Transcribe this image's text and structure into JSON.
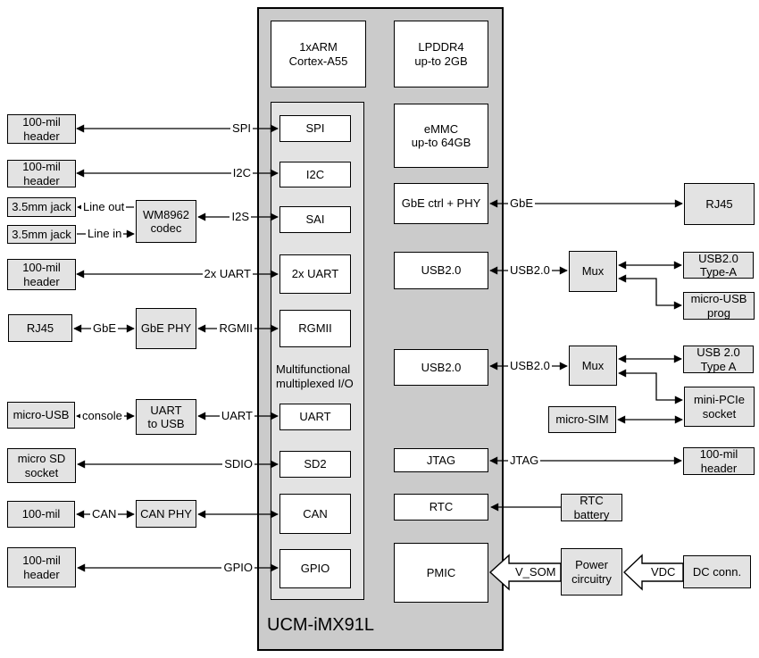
{
  "title": "UCM-iMX91L",
  "colors": {
    "som_fill": "#cbcbcb",
    "io_fill": "#e3e3e3",
    "peripheral_fill": "#e3e3e3",
    "box_fill": "#ffffff",
    "line": "#000000"
  },
  "som": {
    "arm": "1xARM\nCortex-A55",
    "lpddr": "LPDDR4\nup-to 2GB",
    "emmc": "eMMC\nup-to 64GB",
    "gbe_ctrl": "GbE ctrl + PHY",
    "usb_1": "USB2.0",
    "usb_2": "USB2.0",
    "jtag": "JTAG",
    "rtc": "RTC",
    "pmic": "PMIC",
    "io": {
      "label": "Multifunctional\nmultiplexed I/O",
      "spi": "SPI",
      "i2c": "I2C",
      "sai": "SAI",
      "uart_2x": "2x UART",
      "rgmii": "RGMII",
      "uart": "UART",
      "sd2": "SD2",
      "can": "CAN",
      "gpio": "GPIO"
    }
  },
  "left_peripherals": {
    "header_spi": "100-mil\nheader",
    "header_i2c": "100-mil\nheader",
    "jack_out": "3.5mm jack",
    "jack_in": "3.5mm jack",
    "codec": "WM8962\ncodec",
    "header_uart": "100-mil\nheader",
    "rj45": "RJ45",
    "gbe_phy": "GbE PHY",
    "micro_usb": "micro-USB",
    "uart_to_usb": "UART\nto USB",
    "sd_socket": "micro SD\nsocket",
    "header_can": "100-mil",
    "can_phy": "CAN PHY",
    "header_gpio": "100-mil\nheader"
  },
  "right_peripherals": {
    "rj45": "RJ45",
    "mux_1": "Mux",
    "usb_type_a_1": "USB2.0\nType-A",
    "micro_usb_prog": "micro-USB\nprog",
    "mux_2": "Mux",
    "usb_type_a_2": "USB 2.0\nType A",
    "mini_pcie": "mini-PCIe\nsocket",
    "micro_sim": "micro-SIM",
    "header_jtag": "100-mil\nheader",
    "rtc_battery": "RTC\nbattery",
    "power_circuitry": "Power\ncircuitry",
    "dc_conn": "DC conn."
  },
  "bus_labels": {
    "spi": "SPI",
    "i2c": "I2C",
    "line_out": "Line out",
    "line_in": "Line in",
    "i2s": "I2S",
    "uart_2x": "2x UART",
    "gbe_left": "GbE",
    "rgmii": "RGMII",
    "console": "console",
    "uart": "UART",
    "sdio": "SDIO",
    "can": "CAN",
    "gpio": "GPIO",
    "gbe_right": "GbE",
    "usb_1": "USB2.0",
    "usb_2": "USB2.0",
    "jtag": "JTAG",
    "v_som": "V_SOM",
    "vdc": "VDC"
  }
}
